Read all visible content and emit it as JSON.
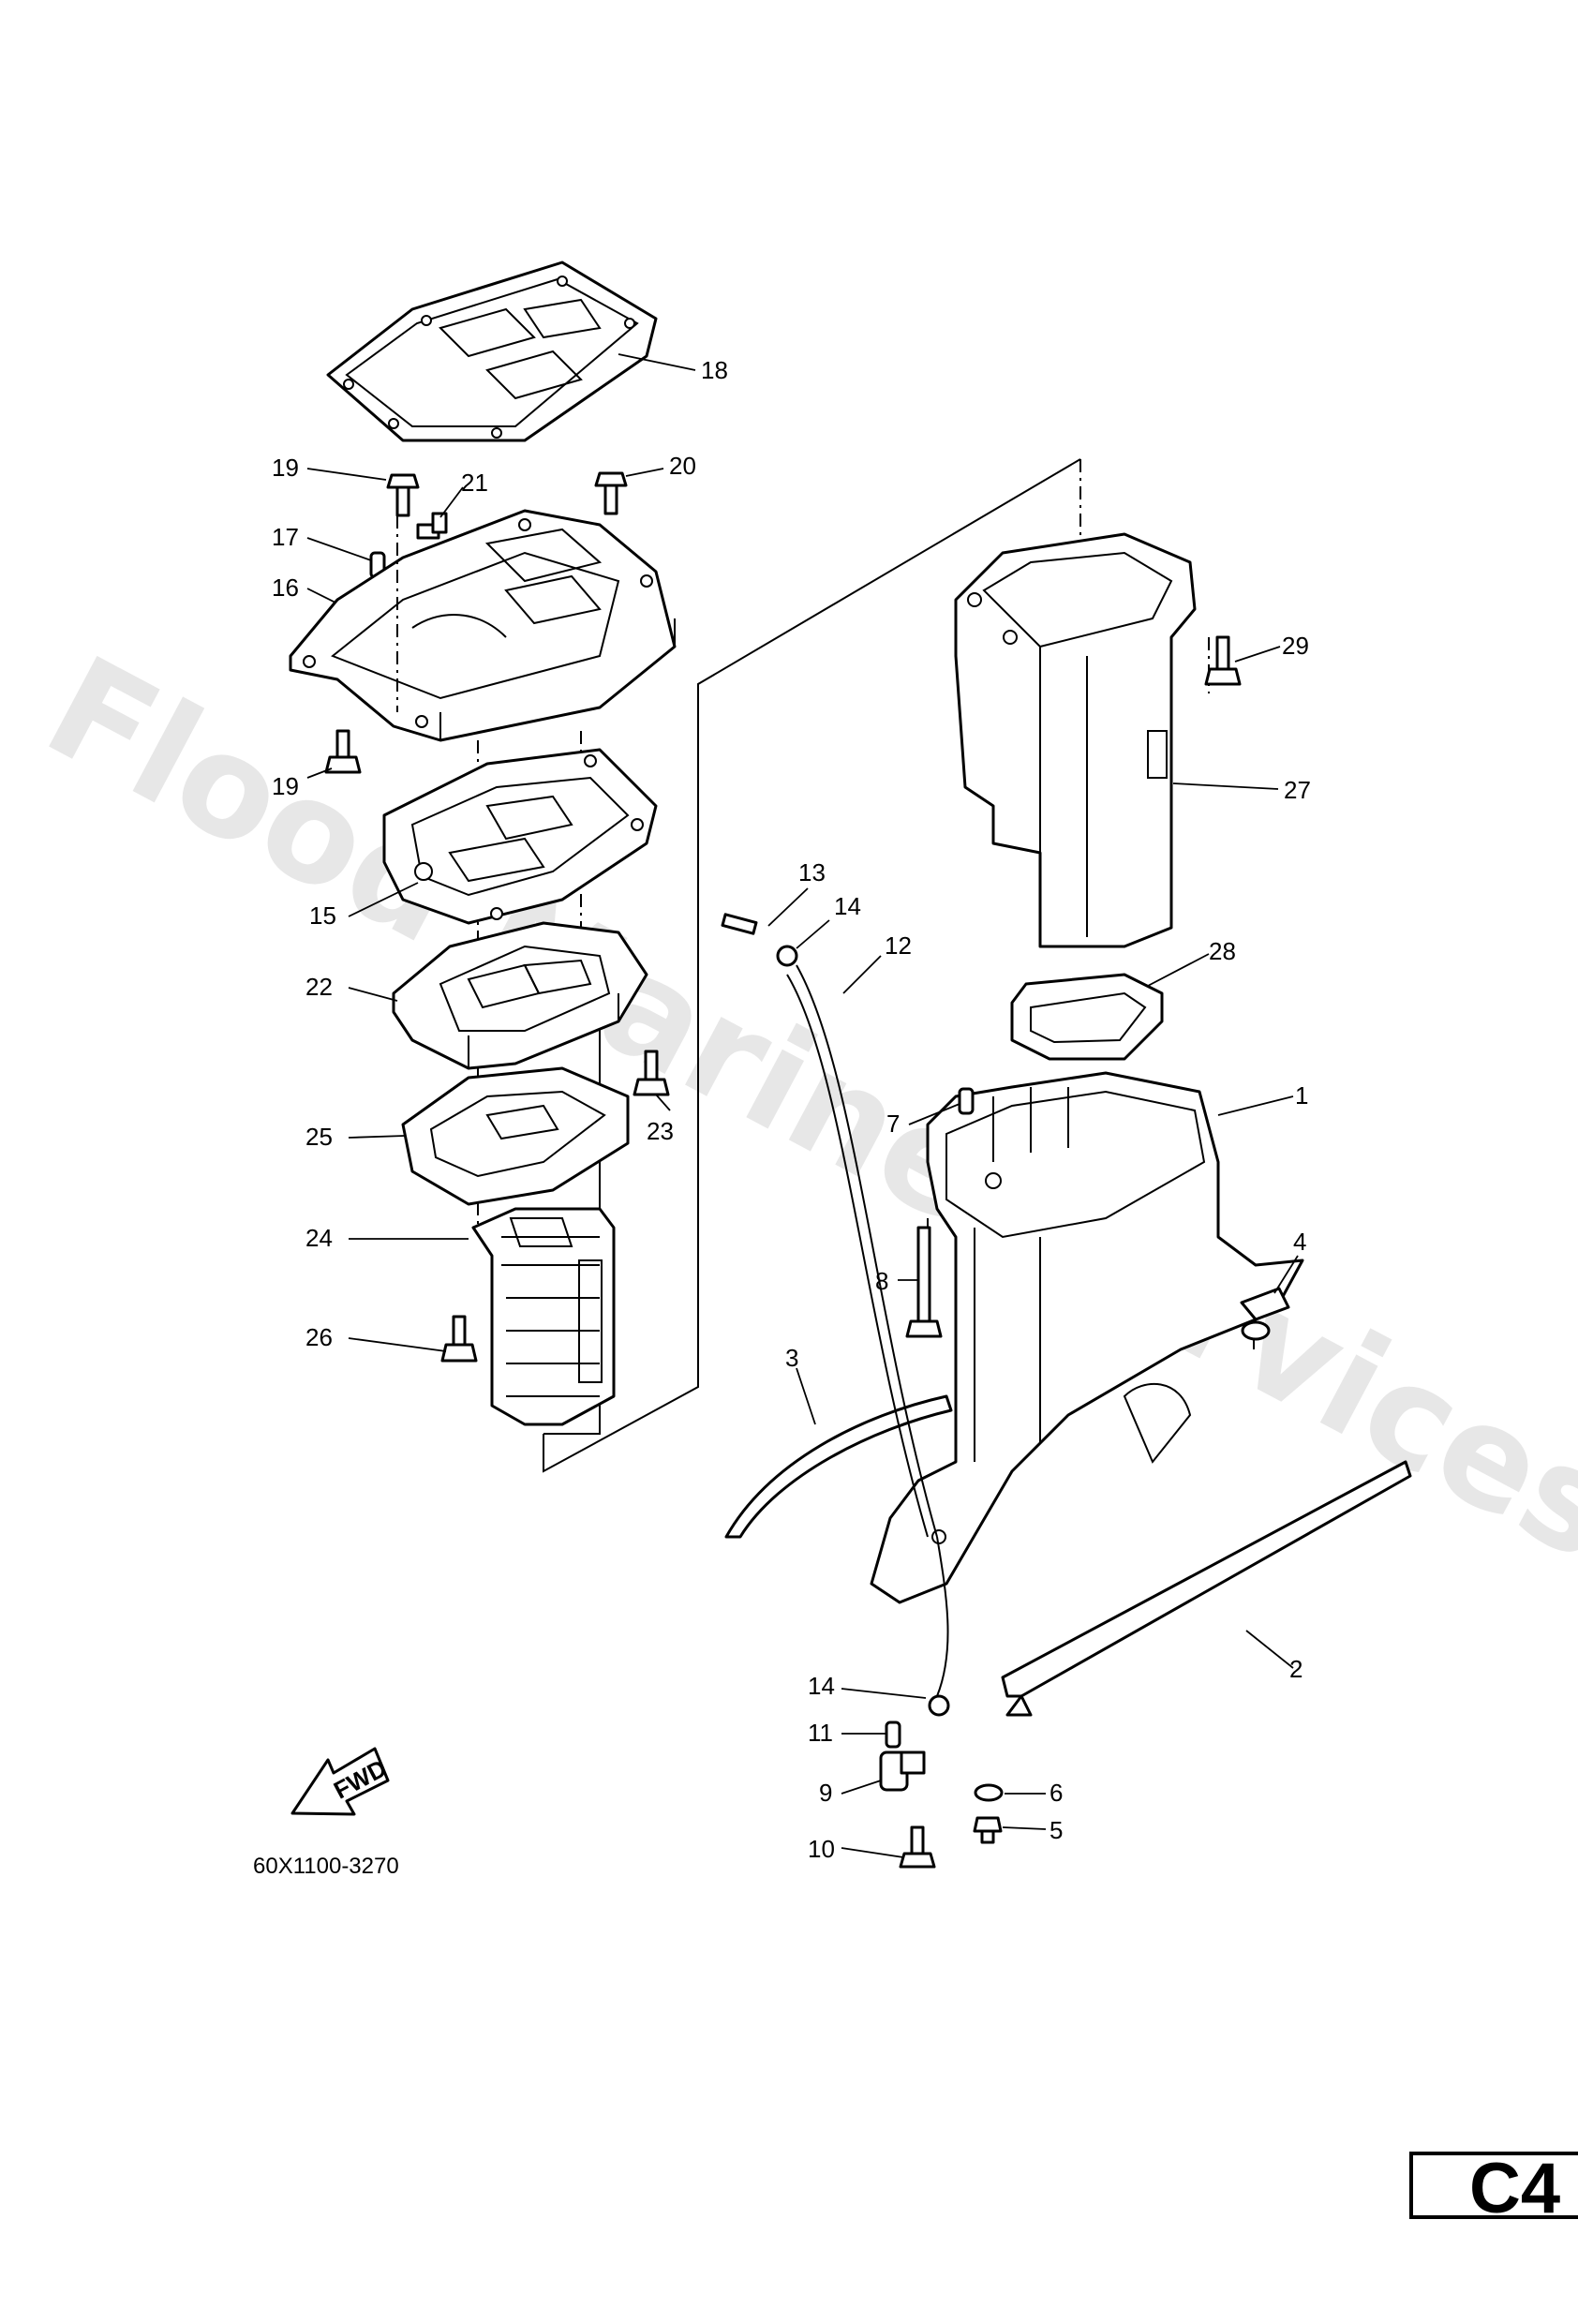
{
  "figure_code": "60X1100-3270",
  "page_code": "C4",
  "watermark": "Flood Marine Services",
  "fwd_label": "FWD",
  "callouts": [
    "1",
    "2",
    "3",
    "4",
    "5",
    "6",
    "7",
    "8",
    "9",
    "10",
    "11",
    "12",
    "13",
    "14",
    "14",
    "15",
    "16",
    "17",
    "18",
    "19",
    "19",
    "20",
    "21",
    "22",
    "23",
    "24",
    "25",
    "26",
    "27",
    "28",
    "29"
  ]
}
